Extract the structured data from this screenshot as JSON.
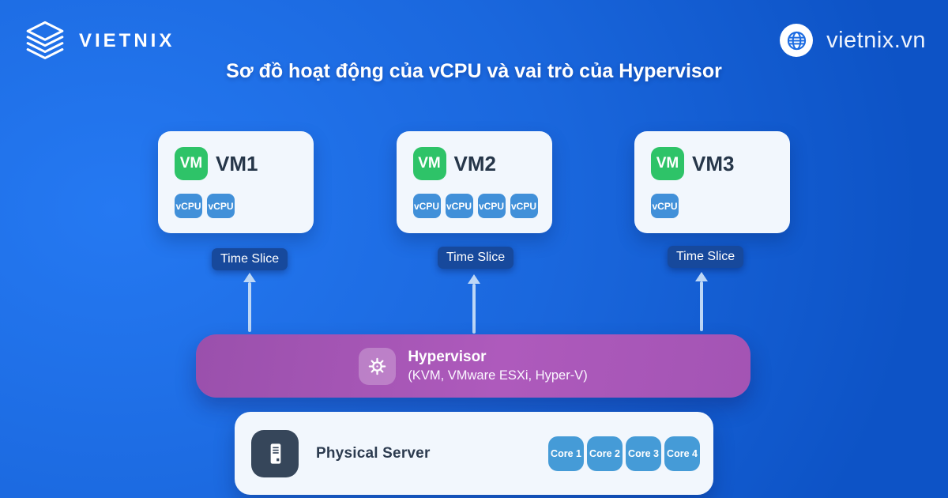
{
  "header": {
    "logo_text": "VIETNIX",
    "logo_icon": "stacked-layers-icon",
    "site": {
      "icon": "globe-icon",
      "label": "vietnix.vn"
    }
  },
  "title": "Sơ đồ hoạt động của vCPU và vai trò của Hypervisor",
  "vms": [
    {
      "badge": "VM",
      "name": "VM1",
      "vcpus": [
        "vCPU",
        "vCPU"
      ]
    },
    {
      "badge": "VM",
      "name": "VM2",
      "vcpus": [
        "vCPU",
        "vCPU",
        "vCPU",
        "vCPU"
      ]
    },
    {
      "badge": "VM",
      "name": "VM3",
      "vcpus": [
        "vCPU"
      ]
    }
  ],
  "time_slices": [
    {
      "label": "Time Slice"
    },
    {
      "label": "Time Slice"
    },
    {
      "label": "Time Slice"
    }
  ],
  "hypervisor": {
    "icon": "gear-icon",
    "title": "Hypervisor",
    "subtitle": "(KVM, VMware ESXi, Hyper-V)"
  },
  "physical_server": {
    "icon": "server-icon",
    "label": "Physical Server",
    "cores": [
      "Core 1",
      "Core 2",
      "Core 3",
      "Core 4"
    ]
  },
  "colors": {
    "background_light": "#2579f2",
    "background_dark": "#0d53c6",
    "card_bg": "#f2f7fd",
    "vm_badge_green": "#2ec368",
    "vcpu_chip_blue": "#4190d9",
    "time_slice_bg": "#17499c",
    "arrow_light_blue": "#bdd7f6",
    "hypervisor_purple": "#a354b4",
    "server_tile_slate": "#36465a",
    "core_chip_blue": "#459bd7",
    "dark_text": "#2c3b4f"
  }
}
